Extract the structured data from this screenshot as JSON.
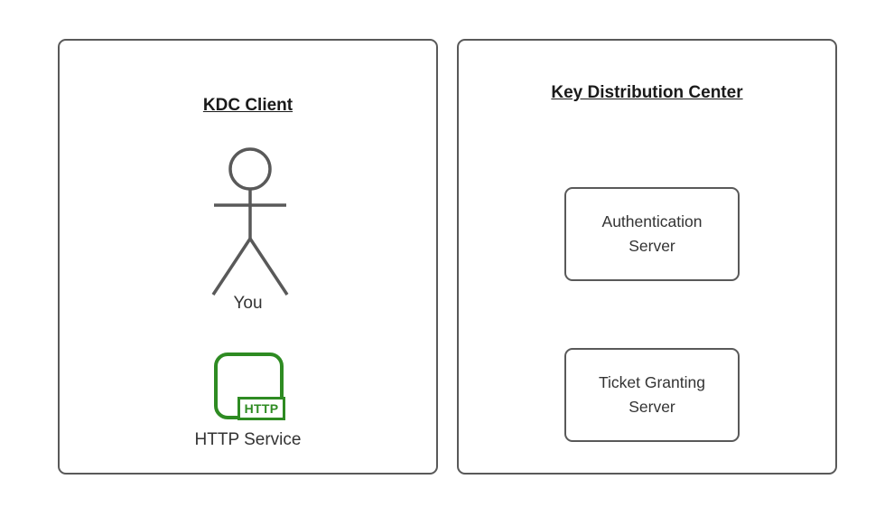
{
  "diagram": {
    "left_panel": {
      "title": "KDC Client",
      "actor": {
        "label": "You"
      },
      "service": {
        "label": "HTTP Service",
        "badge": "HTTP"
      }
    },
    "right_panel": {
      "title": "Key Distribution Center",
      "nodes": [
        {
          "label": "Authentication Server"
        },
        {
          "label": "Ticket Granting Server"
        }
      ]
    },
    "colors": {
      "panel_border": "#595959",
      "node_border": "#595959",
      "title_text": "#1a1a1a",
      "body_text": "#333333",
      "service_green": "#2e8b22",
      "background": "#ffffff"
    }
  }
}
